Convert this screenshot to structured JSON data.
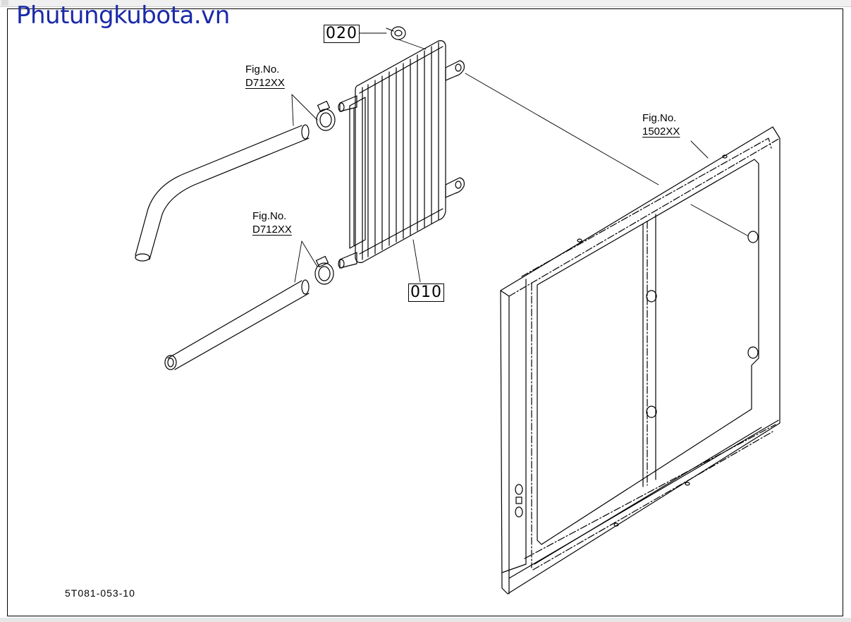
{
  "watermark": "Phutungkubota.vn",
  "diagram_code": "5T081-053-10",
  "parts": {
    "p020": "020",
    "p010": "010"
  },
  "fig_refs": {
    "upper_hose": {
      "label": "Fig.No.",
      "number": "D712XX"
    },
    "lower_hose": {
      "label": "Fig.No.",
      "number": "D712XX"
    },
    "frame": {
      "label": "Fig.No.",
      "number": "1502XX"
    }
  },
  "icons": {
    "oil_cooler": "oil-cooler-drawing",
    "hose": "hose-drawing",
    "clamp": "hose-clamp-drawing",
    "nut": "nut-drawing",
    "frame": "radiator-frame-drawing"
  },
  "colors": {
    "line": "#000000",
    "watermark": "#1a2aa8"
  }
}
